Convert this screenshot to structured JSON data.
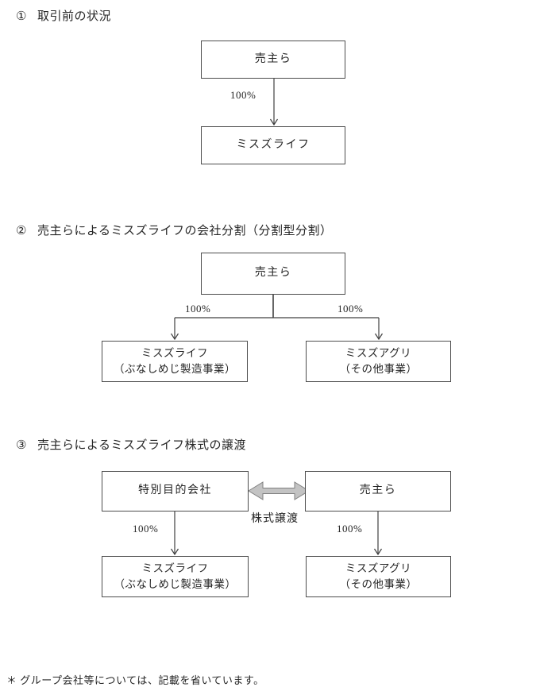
{
  "colors": {
    "line": "#404040",
    "box_border": "#4d4d4d",
    "text": "#262626",
    "transfer_arrow_fill": "#c3c3c3",
    "transfer_arrow_stroke": "#808080"
  },
  "sections": [
    {
      "number": "①",
      "title": "取引前の状況",
      "boxes": {
        "sellers": "売主ら",
        "company": "ミスズライフ"
      },
      "ownership": "100%"
    },
    {
      "number": "②",
      "title": "売主らによるミスズライフの会社分割（分割型分割）",
      "boxes": {
        "sellers": "売主ら",
        "left_line1": "ミスズライフ",
        "left_line2": "（ぶなしめじ製造事業）",
        "right_line1": "ミスズアグリ",
        "right_line2": "（その他事業）"
      },
      "ownership_left": "100%",
      "ownership_right": "100%"
    },
    {
      "number": "③",
      "title": "売主らによるミスズライフ株式の譲渡",
      "boxes": {
        "spc": "特別目的会社",
        "sellers": "売主ら",
        "left_line1": "ミスズライフ",
        "left_line2": "（ぶなしめじ製造事業）",
        "right_line1": "ミスズアグリ",
        "right_line2": "（その他事業）"
      },
      "transfer_label": "株式譲渡",
      "ownership_left": "100%",
      "ownership_right": "100%"
    }
  ],
  "footnote": "＊ グループ会社等については、記載を省いています。"
}
